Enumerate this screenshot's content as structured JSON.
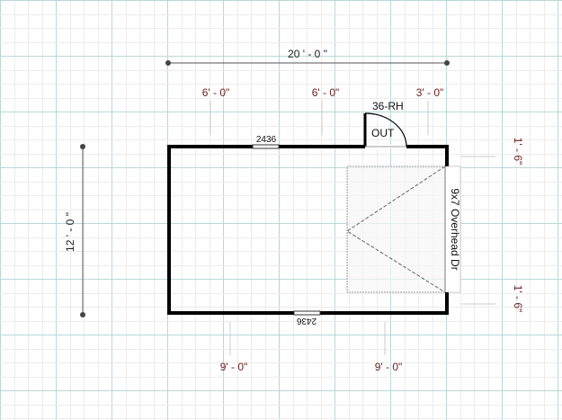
{
  "plan": {
    "overall_width": "20 ' - 0 \"",
    "overall_depth": "12 ' - 0 \"",
    "top_segments": [
      "6' - 0\"",
      "6' - 0\"",
      "3' - 0\""
    ],
    "bottom_segments": [
      "9' - 0\"",
      "9' - 0\""
    ],
    "right_segments": [
      "1' - 6\"",
      "1' - 6\""
    ],
    "window_top": "2436",
    "window_bottom": "2436",
    "door_label": "36-RH",
    "door_swing": "OUT",
    "garage_door": "9x7 Overhead Dr"
  },
  "colors": {
    "grid_minor": "#ececec",
    "grid_major": "#b8d8d8",
    "dimension_text": "#6b1f1f",
    "wall": "#000000"
  }
}
